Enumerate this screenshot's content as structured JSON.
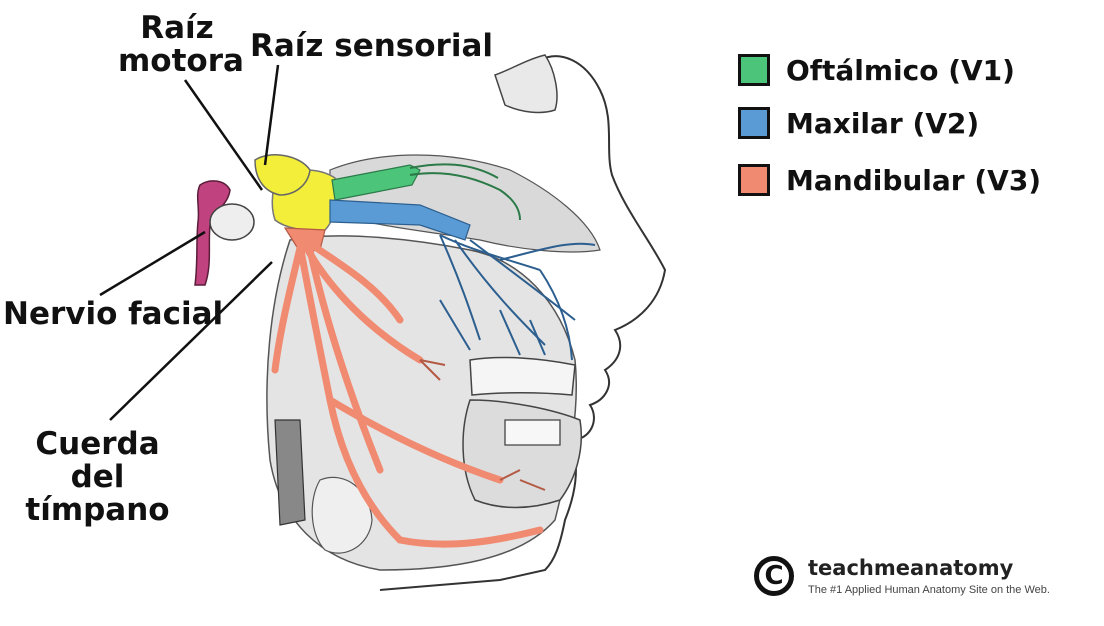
{
  "labels": {
    "motor_root": [
      "Raíz",
      "motora"
    ],
    "sensory_root": "Raíz sensorial",
    "facial_nerve": "Nervio facial",
    "chorda_tympani": [
      "Cuerda del",
      "tímpano"
    ]
  },
  "legend": [
    {
      "label": "Oftálmico (V1)",
      "color": "#4cc47a"
    },
    {
      "label": "Maxilar (V2)",
      "color": "#5b9bd5"
    },
    {
      "label": "Mandibular (V3)",
      "color": "#f08a70"
    }
  ],
  "colors": {
    "ganglion": "#f2ee3a",
    "facial": "#c0427e",
    "outline": "#333333"
  },
  "brand": {
    "name": "teachmeanatomy",
    "tagline": "The #1 Applied Human Anatomy Site on the Web."
  }
}
